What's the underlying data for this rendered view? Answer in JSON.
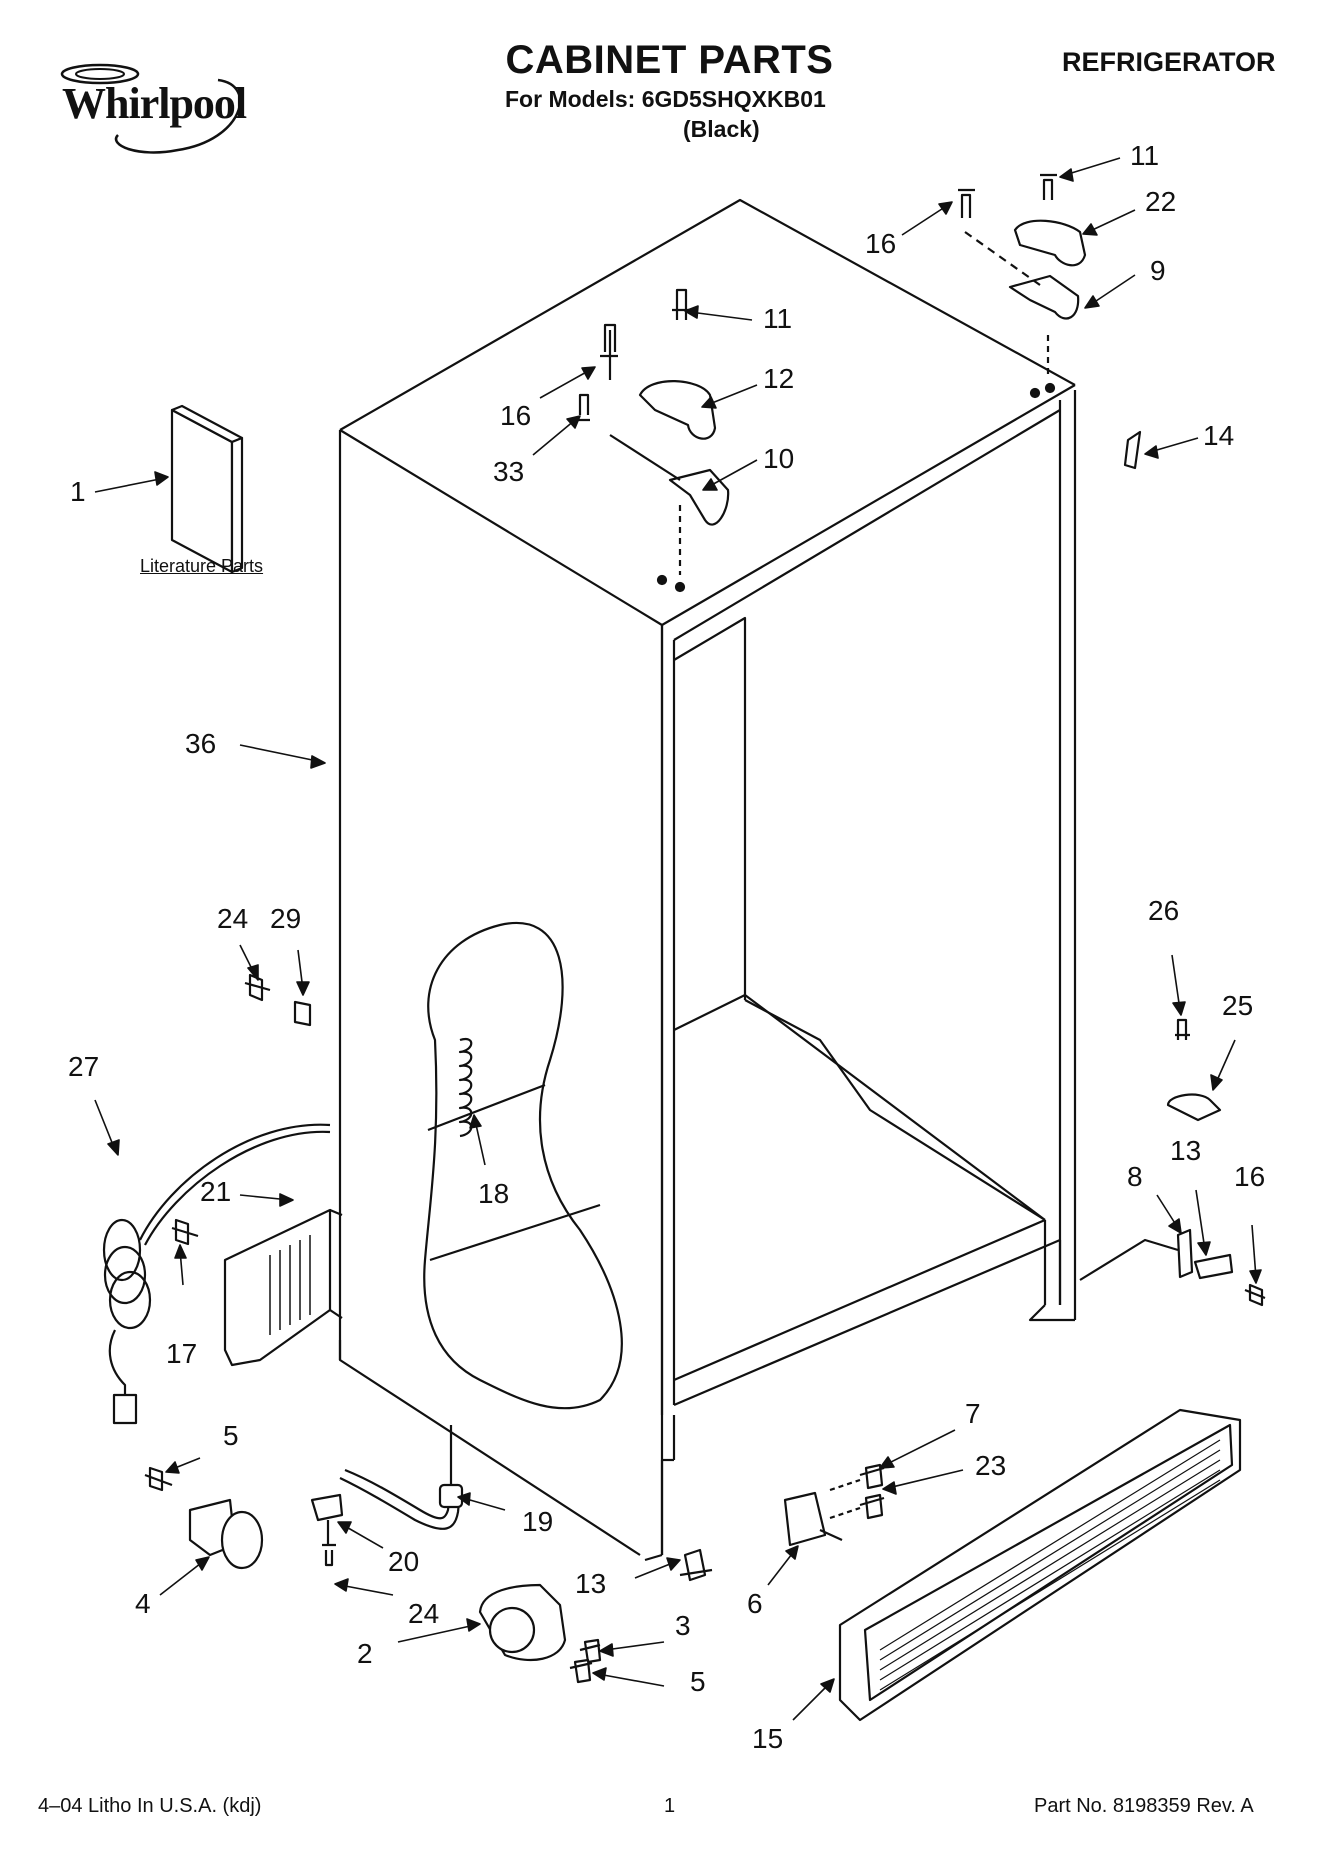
{
  "brand": {
    "name": "Whirlpool"
  },
  "header": {
    "title": "CABINET PARTS",
    "subtitle": "For Models: 6GD5SHQXKB01",
    "variant": "(Black)",
    "category": "REFRIGERATOR"
  },
  "literature_label": "Literature Parts",
  "callouts": {
    "c1": "1",
    "c36": "36",
    "c24a": "24",
    "c29": "29",
    "c27": "27",
    "c21": "21",
    "c17": "17",
    "c18": "18",
    "c5a": "5",
    "c4": "4",
    "c20": "20",
    "c19": "19",
    "c24b": "24",
    "c2": "2",
    "c13a": "13",
    "c3": "3",
    "c5b": "5",
    "c6": "6",
    "c7": "7",
    "c23": "23",
    "c15": "15",
    "c11a": "11",
    "c12": "12",
    "c16a": "16",
    "c33": "33",
    "c10": "10",
    "c16b": "16",
    "c11b": "11",
    "c22": "22",
    "c9": "9",
    "c14": "14",
    "c26": "26",
    "c25": "25",
    "c13b": "13",
    "c8": "8",
    "c16c": "16"
  },
  "footer": {
    "left": "4–04 Litho In U.S.A. (kdj)",
    "page": "1",
    "part_no": "Part No. 8198359 Rev. A"
  }
}
